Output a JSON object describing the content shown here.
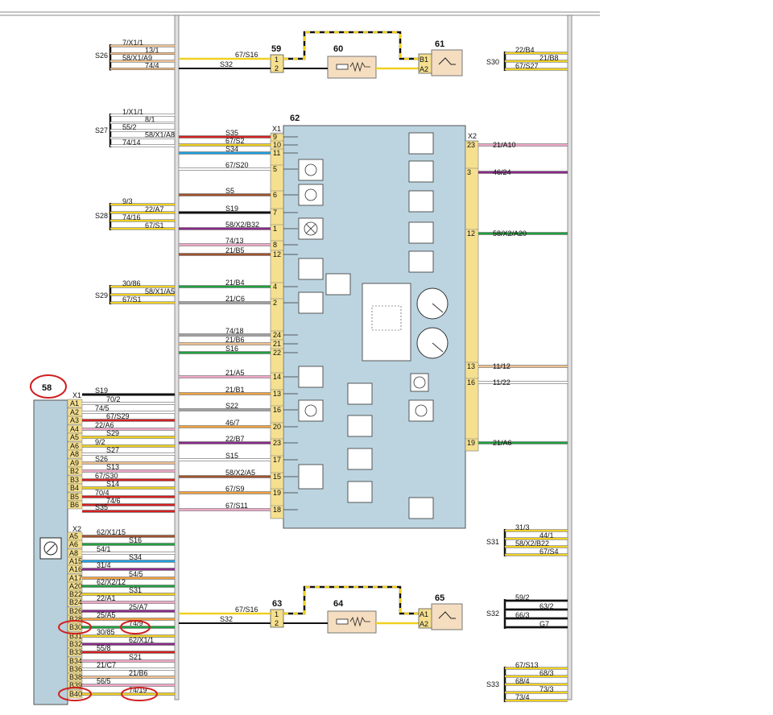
{
  "components": {
    "c58": "58",
    "c59": "59",
    "c60": "60",
    "c61": "61",
    "c62": "62",
    "c63": "63",
    "c64": "64",
    "c65": "65"
  },
  "connectors": {
    "x1": "X1",
    "x2": "X2"
  },
  "groups": {
    "s26": "S26",
    "s27": "S27",
    "s28": "S28",
    "s29": "S29",
    "s30": "S30",
    "s31": "S31",
    "s32": "S32",
    "s33": "S33"
  },
  "splices": {
    "s26": [
      "7/X1/1",
      "13/1",
      "58/X1/A9",
      "74/4"
    ],
    "s27": [
      "1/X1/1",
      "8/1",
      "55/2",
      "58/X1/A8",
      "74/14"
    ],
    "s28": [
      "9/3",
      "22/A7",
      "74/16",
      "67/S1"
    ],
    "s29": [
      "30/86",
      "58/X1/A5",
      "67/S1"
    ],
    "s30": [
      "22/B4",
      "21/B8",
      "67/S27"
    ],
    "s31": [
      "31/3",
      "44/1",
      "58/X2/B22",
      "67/S4"
    ],
    "s32": [
      "59/2",
      "63/2",
      "66/3",
      "G7"
    ],
    "s33": [
      "67/S13",
      "68/3",
      "68/4",
      "73/3",
      "73/4"
    ]
  },
  "c59_pins": [
    "1",
    "2"
  ],
  "c59_wires": [
    "67/S16",
    "S32"
  ],
  "c61_pins": [
    "B1",
    "A2"
  ],
  "c63_pins": [
    "1",
    "2"
  ],
  "c63_wires": [
    "67/S16",
    "S32"
  ],
  "c65_pins": [
    "A1",
    "A2"
  ],
  "c62_x1": [
    {
      "pin": "9",
      "wire": "S35",
      "color": "#d42020"
    },
    {
      "pin": "10",
      "wire": "67/S2",
      "color": "#f0d020"
    },
    {
      "pin": "11",
      "wire": "S34",
      "color": "#20a0e0"
    },
    {
      "pin": "5",
      "wire": "67/S20",
      "color": "#ffffff"
    },
    {
      "pin": "6",
      "wire": "S5",
      "color": "#a0522d"
    },
    {
      "pin": "7",
      "wire": "S19",
      "color": "#111111"
    },
    {
      "pin": "1",
      "wire": "58/X2/B32",
      "color": "#8a2a8a"
    },
    {
      "pin": "8",
      "wire": "74/13",
      "color": "#f0a8c8"
    },
    {
      "pin": "12",
      "wire": "21/B5",
      "color": "#a0522d"
    },
    {
      "pin": "4",
      "wire": "21/B4",
      "color": "#20a040"
    },
    {
      "pin": "2",
      "wire": "21/C6",
      "color": "#a0a0a0"
    },
    {
      "pin": "24",
      "wire": "74/18",
      "color": "#a0a0a0"
    },
    {
      "pin": "21",
      "wire": "21/B6",
      "color": "#f0c090"
    },
    {
      "pin": "22",
      "wire": "S16",
      "color": "#20a040"
    },
    {
      "pin": "14",
      "wire": "21/A5",
      "color": "#f0a8c8"
    },
    {
      "pin": "13",
      "wire": "21/B1",
      "color": "#f0a040"
    },
    {
      "pin": "16",
      "wire": "S22",
      "color": "#a0a0a0"
    },
    {
      "pin": "20",
      "wire": "46/7",
      "color": "#f0a040"
    },
    {
      "pin": "23",
      "wire": "22/B7",
      "color": "#8a2a8a"
    },
    {
      "pin": "17",
      "wire": "S15",
      "color": "#ffffff"
    },
    {
      "pin": "15",
      "wire": "58/X2/A5",
      "color": "#a0522d"
    },
    {
      "pin": "19",
      "wire": "67/S9",
      "color": "#f0a040"
    },
    {
      "pin": "18",
      "wire": "67/S11",
      "color": "#f0a8c8"
    }
  ],
  "c62_x2": [
    {
      "pin": "23",
      "wire": "21/A10",
      "color": "#f0a8c8"
    },
    {
      "pin": "3",
      "wire": "46/24",
      "color": "#8a2a8a"
    },
    {
      "pin": "12",
      "wire": "58/X2/A20",
      "color": "#20a040"
    },
    {
      "pin": "13",
      "wire": "11/12",
      "color": "#f0c090"
    },
    {
      "pin": "16",
      "wire": "11/22",
      "color": "#ffffff"
    },
    {
      "pin": "19",
      "wire": "21/A6",
      "color": "#20a040"
    }
  ],
  "c58_x1": [
    {
      "pin": "",
      "wire": "S19",
      "color": "#111111"
    },
    {
      "pin": "A1",
      "wire": "70/2",
      "color": "#ffffff"
    },
    {
      "pin": "A2",
      "wire": "74/5",
      "color": "#ffffff"
    },
    {
      "pin": "A3",
      "wire": "67/S29",
      "color": "#d42020"
    },
    {
      "pin": "A4",
      "wire": "22/A6",
      "color": "#f0a8c8"
    },
    {
      "pin": "A5",
      "wire": "S29",
      "color": "#f0d020"
    },
    {
      "pin": "A6",
      "wire": "9/2",
      "color": "#f0d020"
    },
    {
      "pin": "A8",
      "wire": "S27",
      "color": "#ffffff"
    },
    {
      "pin": "A9",
      "wire": "S26",
      "color": "#f0c090"
    },
    {
      "pin": "B2",
      "wire": "S13",
      "color": "#f0a8c8"
    },
    {
      "pin": "B3",
      "wire": "67/S30",
      "color": "#d42020"
    },
    {
      "pin": "B4",
      "wire": "S14",
      "color": "#f0d020"
    },
    {
      "pin": "B5",
      "wire": "70/4",
      "color": "#d42020"
    },
    {
      "pin": "B6",
      "wire": "74/6",
      "color": "#d42020"
    },
    {
      "pin": "",
      "wire": "S35",
      "color": "#d42020"
    }
  ],
  "c58_x2": [
    {
      "pin": "A5",
      "wire": "62/X1/15",
      "color": "#a0522d"
    },
    {
      "pin": "A6",
      "wire": "S16",
      "color": "#20a040"
    },
    {
      "pin": "A8",
      "wire": "54/1",
      "color": "#ffffff"
    },
    {
      "pin": "A15",
      "wire": "S34",
      "color": "#20a0e0"
    },
    {
      "pin": "A16",
      "wire": "31/4",
      "color": "#8a2a8a"
    },
    {
      "pin": "A17",
      "wire": "54/5",
      "color": "#f0a040"
    },
    {
      "pin": "A20",
      "wire": "62/X2/12",
      "color": "#20a040"
    },
    {
      "pin": "B22",
      "wire": "S31",
      "color": "#f0d020"
    },
    {
      "pin": "B24",
      "wire": "22/A1",
      "color": "#f0a8c8"
    },
    {
      "pin": "B26",
      "wire": "25/A7",
      "color": "#8a2a8a"
    },
    {
      "pin": "B28",
      "wire": "25/A5",
      "color": "#f0a040"
    },
    {
      "pin": "B30",
      "wire": "74/9",
      "color": "#20a040"
    },
    {
      "pin": "B31",
      "wire": "30/85",
      "color": "#f0d020"
    },
    {
      "pin": "B32",
      "wire": "62/X1/1",
      "color": "#8a2a8a"
    },
    {
      "pin": "B33",
      "wire": "55/8",
      "color": "#d42020"
    },
    {
      "pin": "B34",
      "wire": "S21",
      "color": "#f0a8c8"
    },
    {
      "pin": "B36",
      "wire": "21/C7",
      "color": "#ffffff"
    },
    {
      "pin": "B38",
      "wire": "21/B6",
      "color": "#f0c090"
    },
    {
      "pin": "B39",
      "wire": "56/5",
      "color": "#f0a8c8"
    },
    {
      "pin": "B40",
      "wire": "74/19",
      "color": "#f0d020"
    }
  ]
}
